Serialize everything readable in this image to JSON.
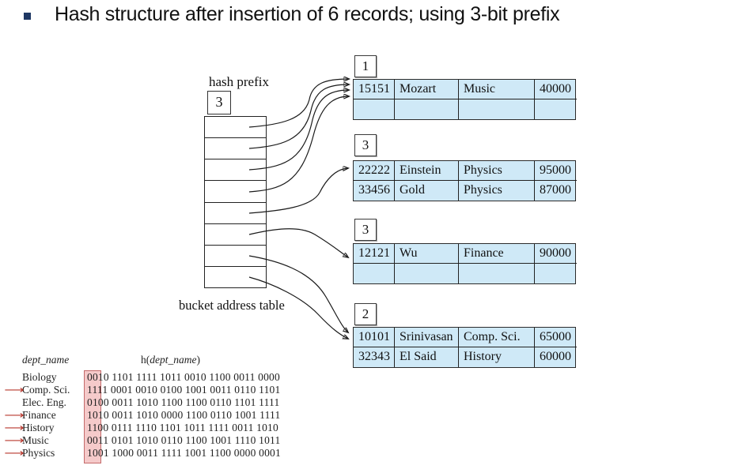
{
  "title": {
    "text": "Hash structure after insertion of 6 records; using 3-bit prefix"
  },
  "diagram": {
    "hash_prefix_label": "hash prefix",
    "hash_prefix_value": "3",
    "bucket_address_table_label": "bucket address table",
    "address_table_rows": 8,
    "buckets": [
      {
        "bits": "1",
        "rows": [
          [
            "15151",
            "Mozart",
            "Music",
            "40000"
          ],
          [
            "",
            "",
            "",
            ""
          ]
        ]
      },
      {
        "bits": "3",
        "rows": [
          [
            "22222",
            "Einstein",
            "Physics",
            "95000"
          ],
          [
            "33456",
            "Gold",
            "Physics",
            "87000"
          ]
        ]
      },
      {
        "bits": "3",
        "rows": [
          [
            "12121",
            "Wu",
            "Finance",
            "90000"
          ],
          [
            "",
            "",
            "",
            ""
          ]
        ]
      },
      {
        "bits": "2",
        "rows": [
          [
            "10101",
            "Srinivasan",
            "Comp. Sci.",
            "65000"
          ],
          [
            "32343",
            "El Said",
            "History",
            "60000"
          ]
        ]
      }
    ]
  },
  "hash_listing": {
    "col1_header": "dept_name",
    "col2_header": {
      "prefix": "h(",
      "name": "dept_name",
      "suffix": ")"
    },
    "rows": [
      {
        "dept": "Biology",
        "arrow_glyph": "",
        "hash": "0010 1101 1111 1011 0010 1100 0011 0000"
      },
      {
        "dept": "Comp. Sci.",
        "arrow_glyph": "⟶",
        "hash": "1111 0001 0010 0100 1001 0011 0110 1101"
      },
      {
        "dept": "Elec. Eng.",
        "arrow_glyph": "",
        "hash": "0100 0011 1010 1100 1100 0110 1101 1111"
      },
      {
        "dept": "Finance",
        "arrow_glyph": "⟶",
        "hash": "1010 0011 1010 0000 1100 0110 1001 1111"
      },
      {
        "dept": "History",
        "arrow_glyph": "⟶",
        "hash": "1100 0111 1110 1101 1011 1111 0011 1010"
      },
      {
        "dept": "Music",
        "arrow_glyph": "⟶",
        "hash": "0011 0101 1010 0110 1100 1001 1110 1011"
      },
      {
        "dept": "Physics",
        "arrow_glyph": "⟶",
        "hash": "1001 1000 0011 1111 1001 1100 0000 0001"
      }
    ]
  },
  "colors": {
    "table_fill": "#cfe9f7",
    "bullet_color": "#1f3864",
    "line_color": "#1a1a1a",
    "arrow_color": "#b8382e",
    "highlight_fill": "#f5caca",
    "highlight_border": "#c46a6a"
  }
}
